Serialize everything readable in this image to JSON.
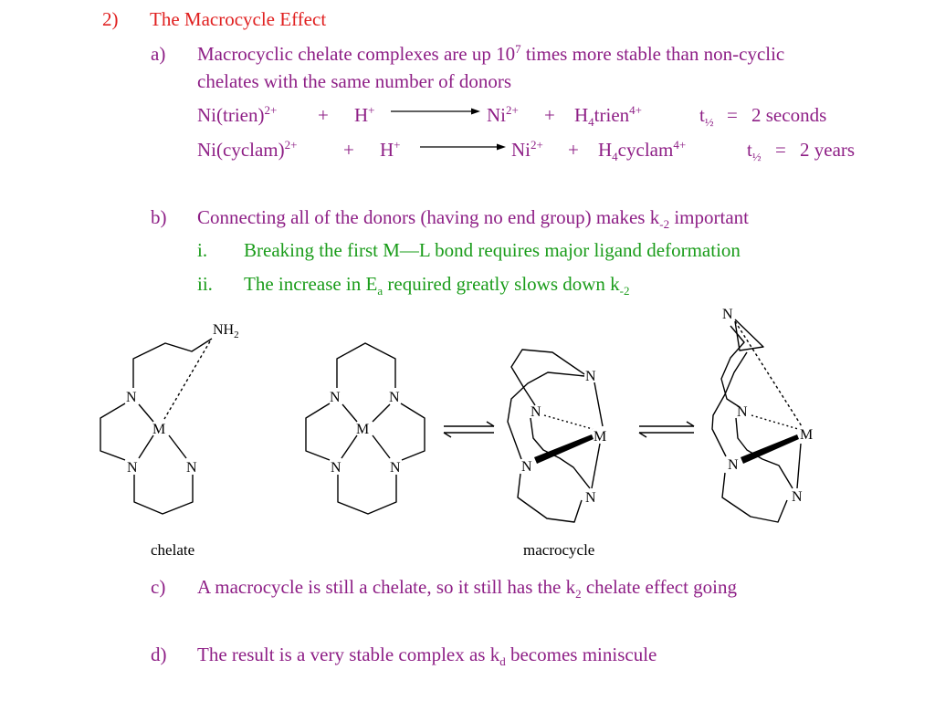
{
  "heading": {
    "number": "2)",
    "text": "The Macrocycle Effect"
  },
  "item_a": {
    "label": "a)",
    "line1a": "Macrocyclic chelate complexes are up 10",
    "line1_sup": "7",
    "line1b": " times more stable than non-cyclic",
    "line2": "chelates with the same number of donors"
  },
  "eq1": {
    "left_a": "Ni(trien)",
    "left_sup": "2+",
    "plus1": "+",
    "h": "H",
    "h_sup": "+",
    "ni": "Ni",
    "ni_sup": "2+",
    "plus2": "+",
    "h4": "H",
    "h4_sub": "4",
    "ligand": "trien",
    "ligand_sup": "4+",
    "t": "t",
    "t_sub": "½",
    "eq": "=",
    "value": "2 seconds"
  },
  "eq2": {
    "left_a": "Ni(cyclam)",
    "left_sup": "2+",
    "plus1": "+",
    "h": "H",
    "h_sup": "+",
    "ni": "Ni",
    "ni_sup": "2+",
    "plus2": "+",
    "h4": "H",
    "h4_sub": "4",
    "ligand": "cyclam",
    "ligand_sup": "4+",
    "t": "t",
    "t_sub": "½",
    "eq": "=",
    "value": "2 years"
  },
  "item_b": {
    "label": "b)",
    "text_a": "Connecting all of the donors (having no end group) makes k",
    "text_sub": "-2",
    "text_b": " important",
    "sub_i": {
      "label": "i.",
      "text": "Breaking the first M—L bond requires major ligand deformation"
    },
    "sub_ii": {
      "label": "ii.",
      "text_a": "The increase in E",
      "text_sub": "a",
      "text_b": " required greatly slows down k",
      "text_sub2": "-2"
    }
  },
  "figure": {
    "atoms": {
      "n": "N",
      "m": "M",
      "nh2": "NH",
      "nh2_sub": "2"
    },
    "captions": {
      "left": "chelate",
      "right": "macrocycle"
    }
  },
  "item_c": {
    "label": "c)",
    "text_a": "A macrocycle is still a chelate, so it still has the k",
    "text_sub": "2",
    "text_b": " chelate effect going"
  },
  "item_d": {
    "label": "d)",
    "text_a": "The result is a very stable complex as k",
    "text_sub": "d",
    "text_b": " becomes miniscule"
  },
  "colors": {
    "heading": "#e02020",
    "purple": "#8e1f86",
    "green": "#1a9c1a"
  }
}
